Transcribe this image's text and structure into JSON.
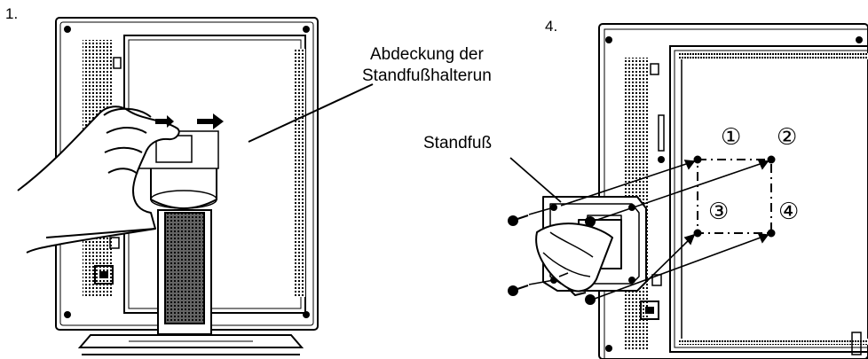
{
  "steps": {
    "step1": "1.",
    "step4": "4."
  },
  "labels": {
    "cover_line1": "Abdeckung der",
    "cover_line2": "Standfußhalterun",
    "stand": "Standfuß"
  },
  "screw_numbers": [
    "①",
    "②",
    "③",
    "④"
  ]
}
